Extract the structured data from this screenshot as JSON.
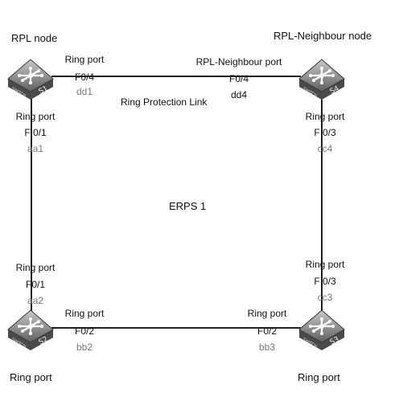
{
  "nodes": {
    "s1": {
      "name": "S1",
      "title": "RPL node",
      "switch_text": "SWITCH"
    },
    "s2": {
      "name": "S2",
      "title": "",
      "bottom_label": "Ring port",
      "switch_text": "SWITCH"
    },
    "s3": {
      "name": "S3",
      "title": "",
      "bottom_label": "Ring port",
      "switch_text": "SWITCH"
    },
    "s4": {
      "name": "S4",
      "title": "RPL-Neighbour node",
      "switch_text": "SWITCH"
    }
  },
  "ports": {
    "dd1": {
      "role": "Ring port",
      "port": "F0/4",
      "id": "dd1"
    },
    "dd4": {
      "role": "RPL-Neighbour port",
      "port": "F0/4",
      "id": "dd4"
    },
    "aa1": {
      "role": "Ring port",
      "port": "F 0/1",
      "id": "aa1"
    },
    "aa2": {
      "role": "Ring port",
      "port": "F0/1",
      "id": "aa2"
    },
    "bb2": {
      "role": "Ring port",
      "port": "F0/2",
      "id": "bb2"
    },
    "bb3": {
      "role": "Ring port",
      "port": "F0/2",
      "id": "bb3"
    },
    "cc4": {
      "role": "Ring port",
      "port": "F 0/3",
      "id": "cc4"
    },
    "cc3": {
      "role": "Ring port",
      "port": "F 0/3",
      "id": "cc3"
    }
  },
  "links": {
    "rpl": "Ring Protection Link"
  },
  "ring_name": "ERPS 1"
}
